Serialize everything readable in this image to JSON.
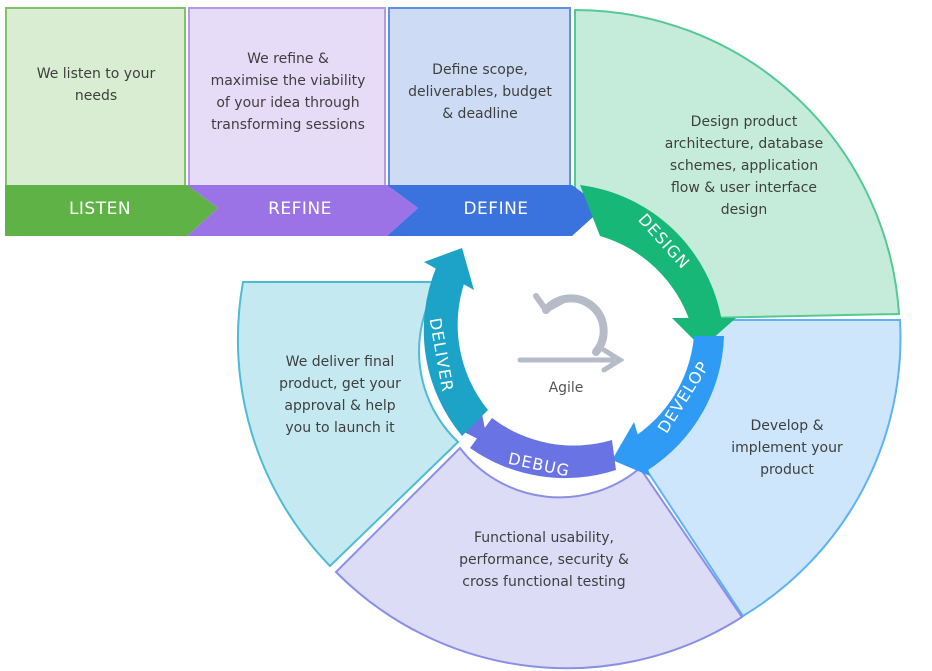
{
  "linear_steps": [
    {
      "label": "LISTEN",
      "lines": [
        "We listen to your",
        "needs"
      ]
    },
    {
      "label": "REFINE",
      "lines": [
        "We refine &",
        "maximise the viability",
        "of your idea through",
        "transforming sessions"
      ]
    },
    {
      "label": "DEFINE",
      "lines": [
        "Define scope,",
        "deliverables, budget",
        "& deadline"
      ]
    }
  ],
  "cycle_steps": [
    {
      "label": "DESIGN",
      "lines": [
        "Design product",
        "architecture, database",
        "schemes, application",
        "flow & user interface",
        "design"
      ]
    },
    {
      "label": "DEVELOP",
      "lines": [
        "Develop &",
        "implement your",
        "product"
      ]
    },
    {
      "label": "DEBUG",
      "lines": [
        "Functional usability,",
        "performance, security &",
        "cross functional testing"
      ]
    },
    {
      "label": "DELIVER",
      "lines": [
        "We deliver final",
        "product, get your",
        "approval & help",
        "you to launch it"
      ]
    }
  ],
  "center": {
    "label": "Agile",
    "icon": "agile-cycle-icon"
  },
  "colors": {
    "listen": "#5fb246",
    "listen_bg": "#d9edd2",
    "listen_border": "#7fc267",
    "refine": "#9b73e6",
    "refine_bg": "#e6dcf7",
    "refine_border": "#b39ae9",
    "define": "#3a72de",
    "define_bg": "#cddcf4",
    "define_border": "#5d8fe6",
    "design": "#17b877",
    "design_bg": "#c5ecdb",
    "design_border": "#55c995",
    "develop": "#2f9bf4",
    "develop_bg": "#cde6fb",
    "develop_border": "#5db3f5",
    "debug": "#6a73e3",
    "debug_bg": "#dcdcf6",
    "debug_border": "#8a8fe6",
    "deliver": "#1ca3c7",
    "deliver_bg": "#c5e9f1",
    "deliver_border": "#4ebbd6"
  }
}
